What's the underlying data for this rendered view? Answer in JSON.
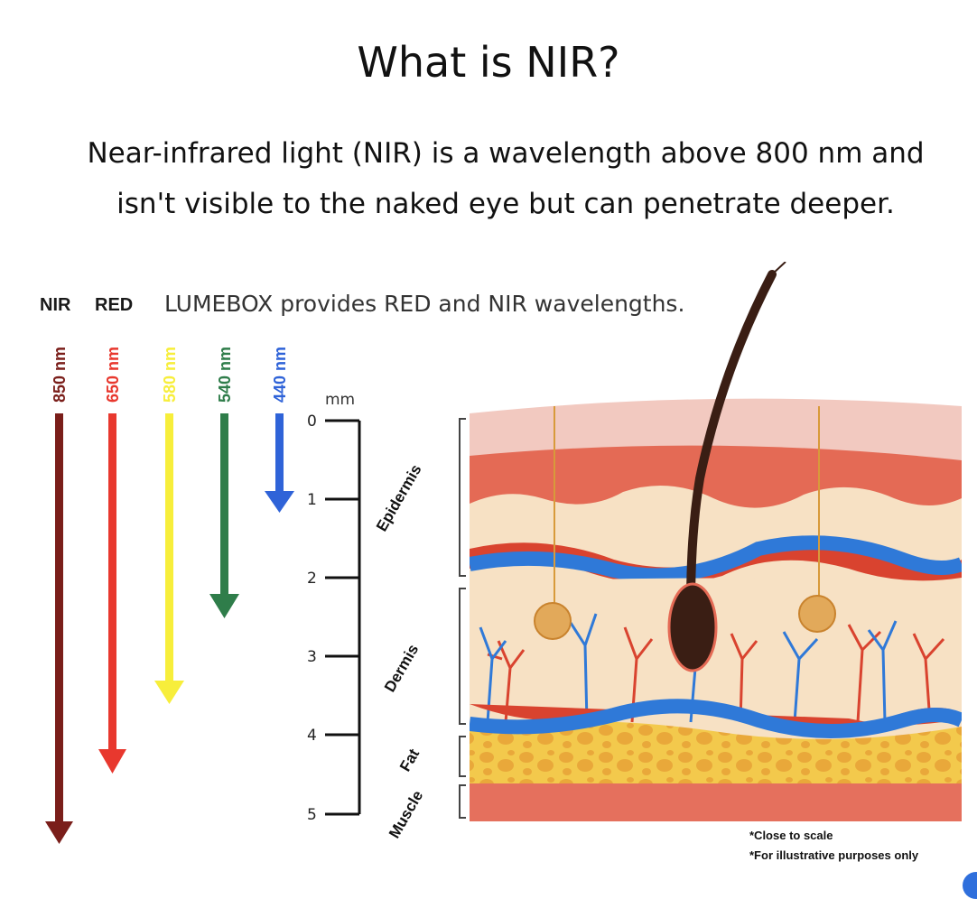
{
  "heading": "What is NIR?",
  "intro": {
    "line1": "Near-infrared light (NIR) is a wavelength above 800 nm and",
    "line2": "isn't visible to the naked eye but can penetrate deeper."
  },
  "diagram": {
    "header": {
      "nir": "NIR",
      "red": "RED",
      "caption": "LUMEBOX provides RED and NIR wavelengths."
    },
    "wavelengths": [
      {
        "label": "850 nm",
        "color": "#7a1e1a",
        "depth_mm": 5.2
      },
      {
        "label": "650 nm",
        "color": "#e8382e",
        "depth_mm": 4.4
      },
      {
        "label": "580 nm",
        "color": "#f7ee3b",
        "depth_mm": 3.5
      },
      {
        "label": "540 nm",
        "color": "#2f7d4a",
        "depth_mm": 2.3
      },
      {
        "label": "440 nm",
        "color": "#2f63d8",
        "depth_mm": 1.1
      }
    ],
    "depth_scale": {
      "unit": "mm",
      "ticks": [
        "0",
        "1",
        "2",
        "3",
        "4",
        "5"
      ]
    },
    "layers": [
      "Epidermis",
      "Dermis",
      "Fat",
      "Muscle"
    ],
    "notes": [
      "*Close to scale",
      "*For illustrative purposes only"
    ],
    "colors": {
      "skin_top": "#f2c9c0",
      "skin_red": "#e46a55",
      "skin_cream": "#f7e1c4",
      "vein_blue": "#2f79d8",
      "artery_red": "#d9432f",
      "fat_yellow": "#f3c94c",
      "muscle": "#e5705d",
      "hair": "#3a1e14"
    }
  }
}
